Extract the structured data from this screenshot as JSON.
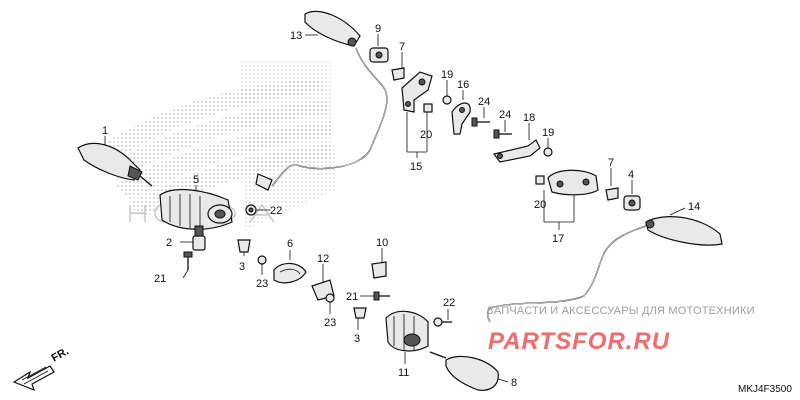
{
  "part_labels": {
    "p1": "1",
    "p2": "2",
    "p3a": "3",
    "p3b": "3",
    "p4": "4",
    "p5": "5",
    "p6": "6",
    "p7a": "7",
    "p7b": "7",
    "p8": "8",
    "p9": "9",
    "p10": "10",
    "p11": "11",
    "p12": "12",
    "p13": "13",
    "p14": "14",
    "p15": "15",
    "p16": "16",
    "p17": "17",
    "p18": "18",
    "p19a": "19",
    "p19b": "19",
    "p20a": "20",
    "p20b": "20",
    "p21a": "21",
    "p21b": "21",
    "p22a": "22",
    "p22b": "22",
    "p23a": "23",
    "p23b": "23",
    "p24a": "24",
    "p24b": "24"
  },
  "front_marker": "FR.",
  "diagram_code": "MKJ4F3500",
  "watermark": {
    "top_text": "ЗАПЧАСТИ И АКСЕССУАРЫ ДЛЯ МОТОТЕХНИКИ",
    "brand_text": "PARTSFOR.RU"
  },
  "colors": {
    "watermark_red": "#f36b6b",
    "logo_gray": "#c8c8c8",
    "line": "#111111"
  }
}
